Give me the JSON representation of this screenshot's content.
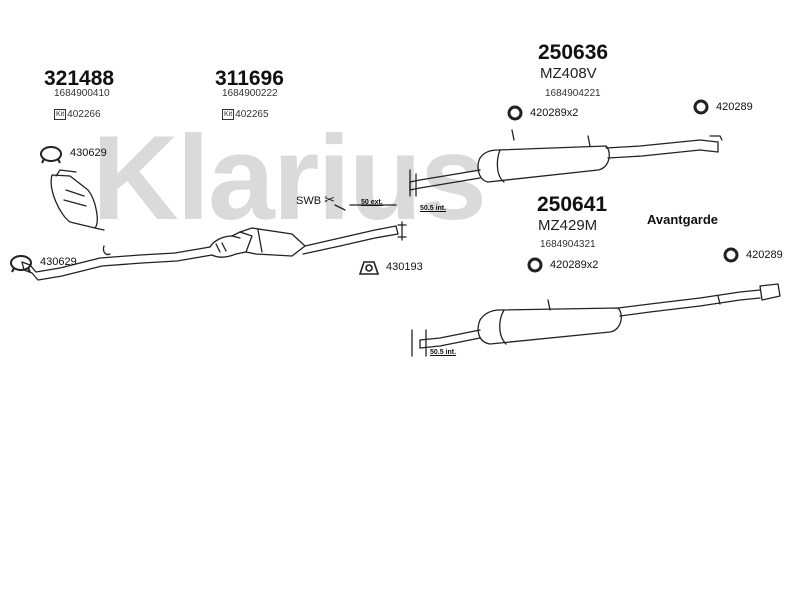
{
  "watermark": "Klarius",
  "parts": [
    {
      "number": "321488",
      "oe": "1684900410",
      "kit_badge": "Kit",
      "kit": "402266"
    },
    {
      "number": "311696",
      "oe": "1684900222",
      "kit_badge": "Kit",
      "kit": "402265"
    },
    {
      "number": "250636",
      "code": "MZ408V",
      "oe": "1684904221"
    },
    {
      "number": "250641",
      "code": "MZ429M",
      "oe": "1684904321"
    }
  ],
  "accessories": [
    {
      "label": "430629",
      "icon": "clamp-ring-icon"
    },
    {
      "label": "430629",
      "icon": "clamp-ring-icon"
    },
    {
      "label": "430193",
      "icon": "mounting-bracket-icon"
    },
    {
      "label": "420289x2",
      "icon": "rubber-hanger-icon"
    },
    {
      "label": "420289",
      "icon": "rubber-hanger-icon"
    },
    {
      "label": "420289x2",
      "icon": "rubber-hanger-icon"
    },
    {
      "label": "420289",
      "icon": "rubber-hanger-icon"
    }
  ],
  "dimensions": [
    "50 ext.",
    "50.5 int.",
    "50.5 int."
  ],
  "swb_label": "SWB",
  "variant_label": "Avantgarde",
  "colors": {
    "line": "#222222",
    "watermark": "#d7d7d7",
    "text": "#111111"
  }
}
